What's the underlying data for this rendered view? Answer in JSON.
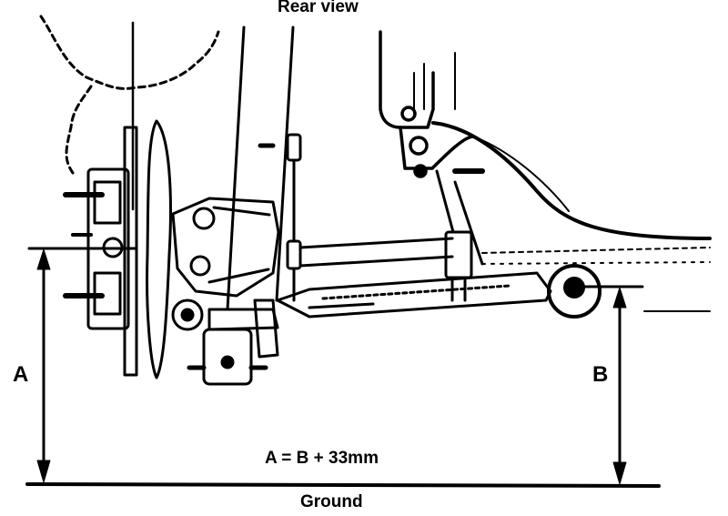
{
  "title": "Rear view",
  "labels": {
    "a": "A",
    "b": "B",
    "formula": "A = B + 33mm",
    "ground": "Ground"
  },
  "colors": {
    "ink": "#000000",
    "paper": "#ffffff"
  }
}
